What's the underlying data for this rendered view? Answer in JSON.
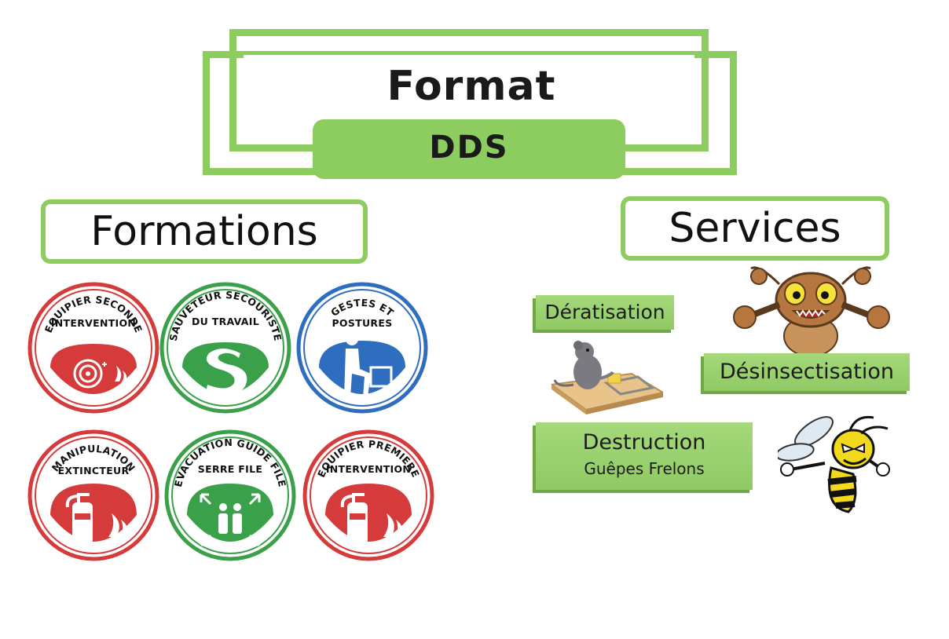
{
  "logo": {
    "line1": "Format",
    "line2": "DDS"
  },
  "formations": {
    "title": "Formations",
    "badges": [
      {
        "label_lines": [
          "EQUIPIER SECONDE",
          "INTERVENTION"
        ],
        "color": "#d63b3b",
        "icon": "fire-hose-reel-icon"
      },
      {
        "label_lines": [
          "SAUVETEUR SECOURISTE",
          "DU TRAVAIL"
        ],
        "color": "#3aa04a",
        "icon": "sst-logo-icon"
      },
      {
        "label_lines": [
          "GESTES ET",
          "POSTURES"
        ],
        "color": "#2f6ebf",
        "icon": "person-lifting-box-icon"
      },
      {
        "label_lines": [
          "MANIPULATION",
          "EXTINCTEUR"
        ],
        "color": "#d63b3b",
        "icon": "fire-extinguisher-icon"
      },
      {
        "label_lines": [
          "EVACUATION GUIDE FILE",
          "SERRE FILE"
        ],
        "color": "#3aa04a",
        "icon": "assembly-point-icon"
      },
      {
        "label_lines": [
          "EQUIPIER PREMIERE",
          "INTERVENTION"
        ],
        "color": "#d63b3b",
        "icon": "fire-extinguisher-icon"
      }
    ]
  },
  "services": {
    "title": "Services",
    "items": [
      {
        "label": "Dératisation",
        "sub": "",
        "icon": "mouse-trap-icon"
      },
      {
        "label": "Désinsectisation",
        "sub": "",
        "icon": "cockroach-mascot-icon"
      },
      {
        "label": "Destruction",
        "sub": "Guêpes Frelons",
        "icon": "hornet-mascot-icon"
      }
    ]
  },
  "colors": {
    "brand_green": "#8dcc5f",
    "fire_red": "#d63b3b",
    "safety_green": "#3aa04a",
    "info_blue": "#2f6ebf"
  }
}
